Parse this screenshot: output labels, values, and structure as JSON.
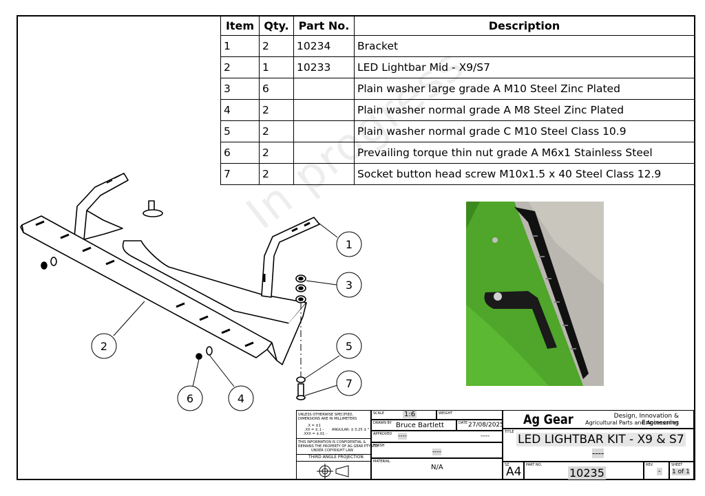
{
  "bom": {
    "headers": [
      "Item",
      "Qty.",
      "Part No.",
      "Description"
    ],
    "rows": [
      {
        "item": "1",
        "qty": "2",
        "part": "10234",
        "desc": "Bracket"
      },
      {
        "item": "2",
        "qty": "1",
        "part": "10233",
        "desc": "LED Lightbar Mid - X9/S7"
      },
      {
        "item": "3",
        "qty": "6",
        "part": "",
        "desc": "Plain washer large grade A M10 Steel Zinc Plated"
      },
      {
        "item": "4",
        "qty": "2",
        "part": "",
        "desc": "Plain washer normal grade A M8 Steel Zinc Plated"
      },
      {
        "item": "5",
        "qty": "2",
        "part": "",
        "desc": "Plain washer normal grade C M10 Steel Class 10.9"
      },
      {
        "item": "6",
        "qty": "2",
        "part": "",
        "desc": "Prevailing torque thin nut grade A M6x1 Stainless Steel"
      },
      {
        "item": "7",
        "qty": "2",
        "part": "",
        "desc": "Socket button head screw M10x1.5 x 40 Steel Class 12.9"
      }
    ]
  },
  "watermark": "In progress",
  "balloons": {
    "b1": "1",
    "b2": "2",
    "b3": "3",
    "b4": "4",
    "b5": "5",
    "b6": "6",
    "b7": "7"
  },
  "title_block": {
    "tol_line1": "UNLESS OTHERWISE SPECIFIED,",
    "tol_line2": "DIMENSIONS ARE IN MILLIMETERS",
    "tol_x": ".X = ±1",
    "tol_xx": ".XX = ±.1 -",
    "tol_xxx": ".XXX = ±.01 -",
    "tol_angular": "ANGULAR: ± 0.25 ±  °",
    "conf_line1": "THIS INFORMATION IS CONFIDENTIAL &",
    "conf_line2": "REMAINS THE PROPERTY OF AG GEAR PTY LTD",
    "conf_line3": "UNDER COPYRIGHT LAW",
    "projection": "THIRD ANGLE PROJECTION",
    "scale_label": "SCALE",
    "scale": "1:6",
    "weight_label": "WEIGHT",
    "drawn_by_label": "DRAWN BY",
    "drawn_by": "Bruce Bartlett",
    "date_label": "DATE",
    "date": "27/08/2025",
    "approved_label": "APPROVED",
    "approved": "----",
    "approved_date": "----",
    "finish_label": "FINISH",
    "finish": "----",
    "material_label": "MATERIAL",
    "material": "N/A",
    "company": "Ag Gear",
    "tagline1": "Design, Innovation & Engineering",
    "tagline2": "Agricultural Parts and Accessories",
    "title_label": "TITLE",
    "title": "LED LIGHTBAR KIT - X9 & S7",
    "title_sub": "----",
    "size_label": "SZ",
    "size": "A4",
    "part_no_label": "PART NO.",
    "part_no": "10235",
    "rev_label": "REV.",
    "rev": "-",
    "sheet_label": "SHEET",
    "sheet": "1 of 1"
  }
}
